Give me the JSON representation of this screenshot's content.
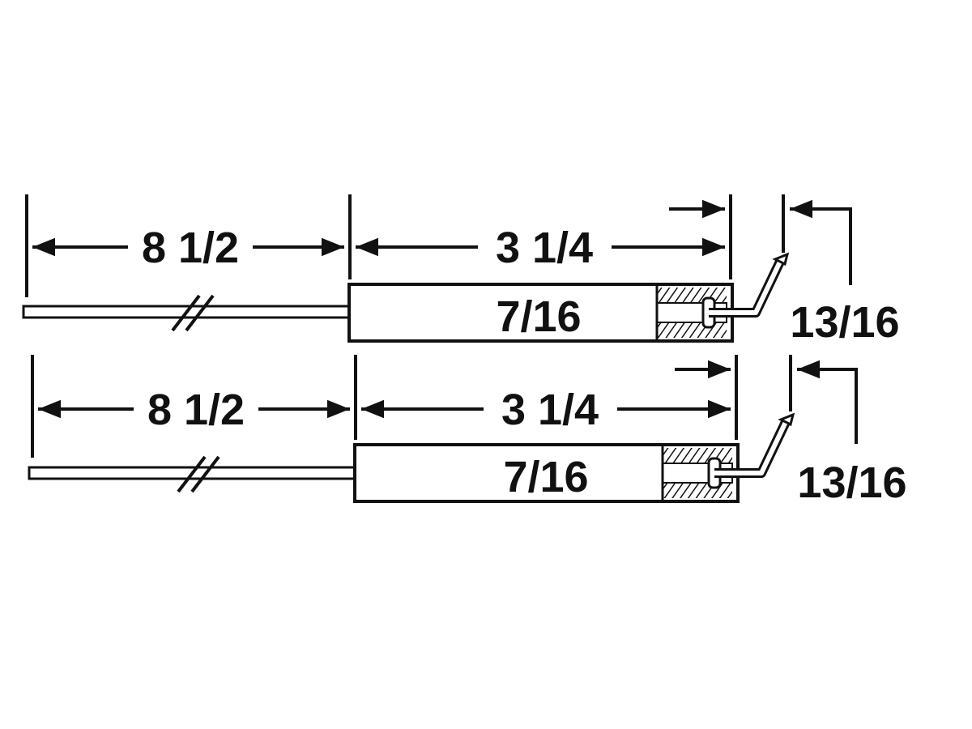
{
  "colors": {
    "ink": "#111111",
    "background": "#ffffff"
  },
  "electrodes": [
    {
      "rod_length_label": "8 1/2",
      "insulator_length_label": "3 1/4",
      "insulator_diameter_label": "7/16",
      "tip_offset_label": "13/16"
    },
    {
      "rod_length_label": "8 1/2",
      "insulator_length_label": "3 1/4",
      "insulator_diameter_label": "7/16",
      "tip_offset_label": "13/16"
    }
  ]
}
